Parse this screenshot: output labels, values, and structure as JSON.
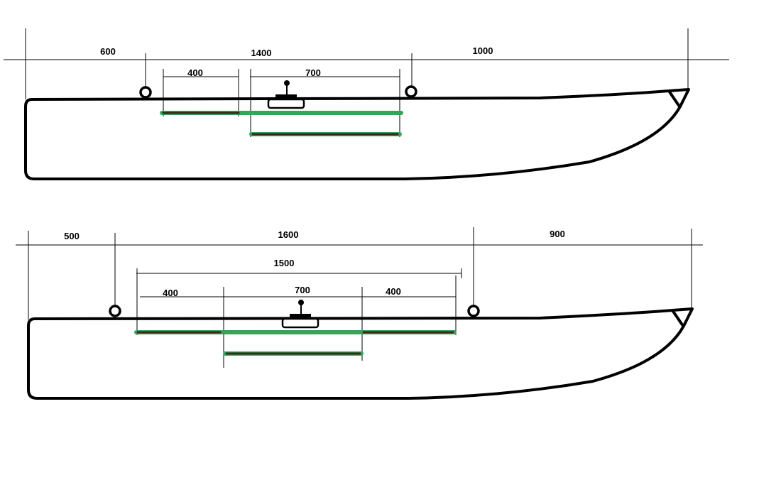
{
  "colors": {
    "line": "#000000",
    "rail_green": "#3aa35a",
    "rail_dark": "#3b2a1a"
  },
  "boats": [
    {
      "name": "top",
      "overall": [
        "600",
        "1400",
        "1000"
      ],
      "inner": [
        "400",
        "700"
      ]
    },
    {
      "name": "bottom",
      "overall": [
        "500",
        "1600",
        "900"
      ],
      "span": "1500",
      "inner": [
        "400",
        "700",
        "400"
      ]
    }
  ]
}
